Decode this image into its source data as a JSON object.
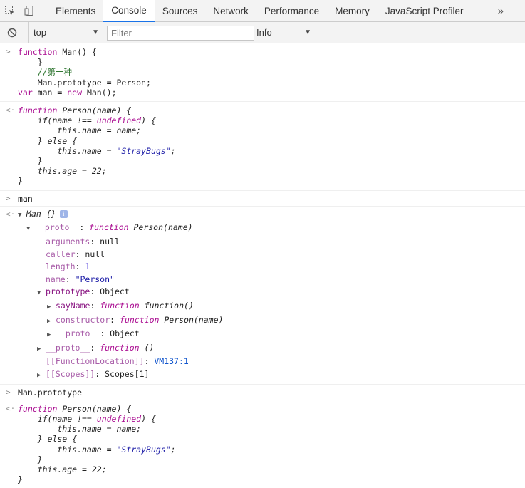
{
  "tabs": {
    "items": [
      "Elements",
      "Console",
      "Sources",
      "Network",
      "Performance",
      "Memory",
      "JavaScript Profiler"
    ],
    "active": "Console",
    "more": "»"
  },
  "toolbar": {
    "context": "top",
    "filter_placeholder": "Filter",
    "level": "Info",
    "arrow": "▼"
  },
  "console": {
    "input1": {
      "l1_kw": "function",
      "l1_rest": " Man() {",
      "l2": "    }",
      "l3": "    //第一种",
      "l4": "    Man.prototype = Person;",
      "l5_kw": "var",
      "l5_a": " man = ",
      "l5_kw2": "new",
      "l5_b": " Man();"
    },
    "output1": {
      "l1_kw": "function",
      "l1_rest": " Person(name) {",
      "l2_a": "    if(name !== ",
      "l2_kw": "undefined",
      "l2_b": ") {",
      "l3": "        this.name = name;",
      "l4": "    } else {",
      "l5_a": "        this.name = ",
      "l5_str": "\"StrayBugs\"",
      "l5_b": ";",
      "l6": "    }",
      "l7": "    this.age = 22;",
      "l8": "}"
    },
    "input2": "man",
    "tree": {
      "root": "Man {}",
      "info": "i",
      "proto_key": "__proto__",
      "proto_kw": "function",
      "proto_val": " Person(name)",
      "arguments_key": "arguments",
      "arguments_val": "null",
      "caller_key": "caller",
      "caller_val": "null",
      "length_key": "length",
      "length_val": "1",
      "name_key": "name",
      "name_val": "\"Person\"",
      "prototype_key": "prototype",
      "prototype_val": "Object",
      "sayName_key": "sayName",
      "sayName_kw": "function",
      "sayName_val": " function()",
      "constructor_key": "constructor",
      "constructor_kw": "function",
      "constructor_val": " Person(name)",
      "inner_proto_key": "__proto__",
      "inner_proto_val": "Object",
      "fn_proto_key": "__proto__",
      "fn_proto_kw": "function",
      "fn_proto_val": " ()",
      "loc_key": "[[FunctionLocation]]",
      "loc_val": "VM137:1",
      "scopes_key": "[[Scopes]]",
      "scopes_val": "Scopes[1]"
    },
    "input3": "Man.prototype",
    "output3": {
      "l1_kw": "function",
      "l1_rest": " Person(name) {",
      "l2_a": "    if(name !== ",
      "l2_kw": "undefined",
      "l2_b": ") {",
      "l3": "        this.name = name;",
      "l4": "    } else {",
      "l5_a": "        this.name = ",
      "l5_str": "\"StrayBugs\"",
      "l5_b": ";",
      "l6": "    }",
      "l7": "    this.age = 22;",
      "l8": "}"
    }
  }
}
